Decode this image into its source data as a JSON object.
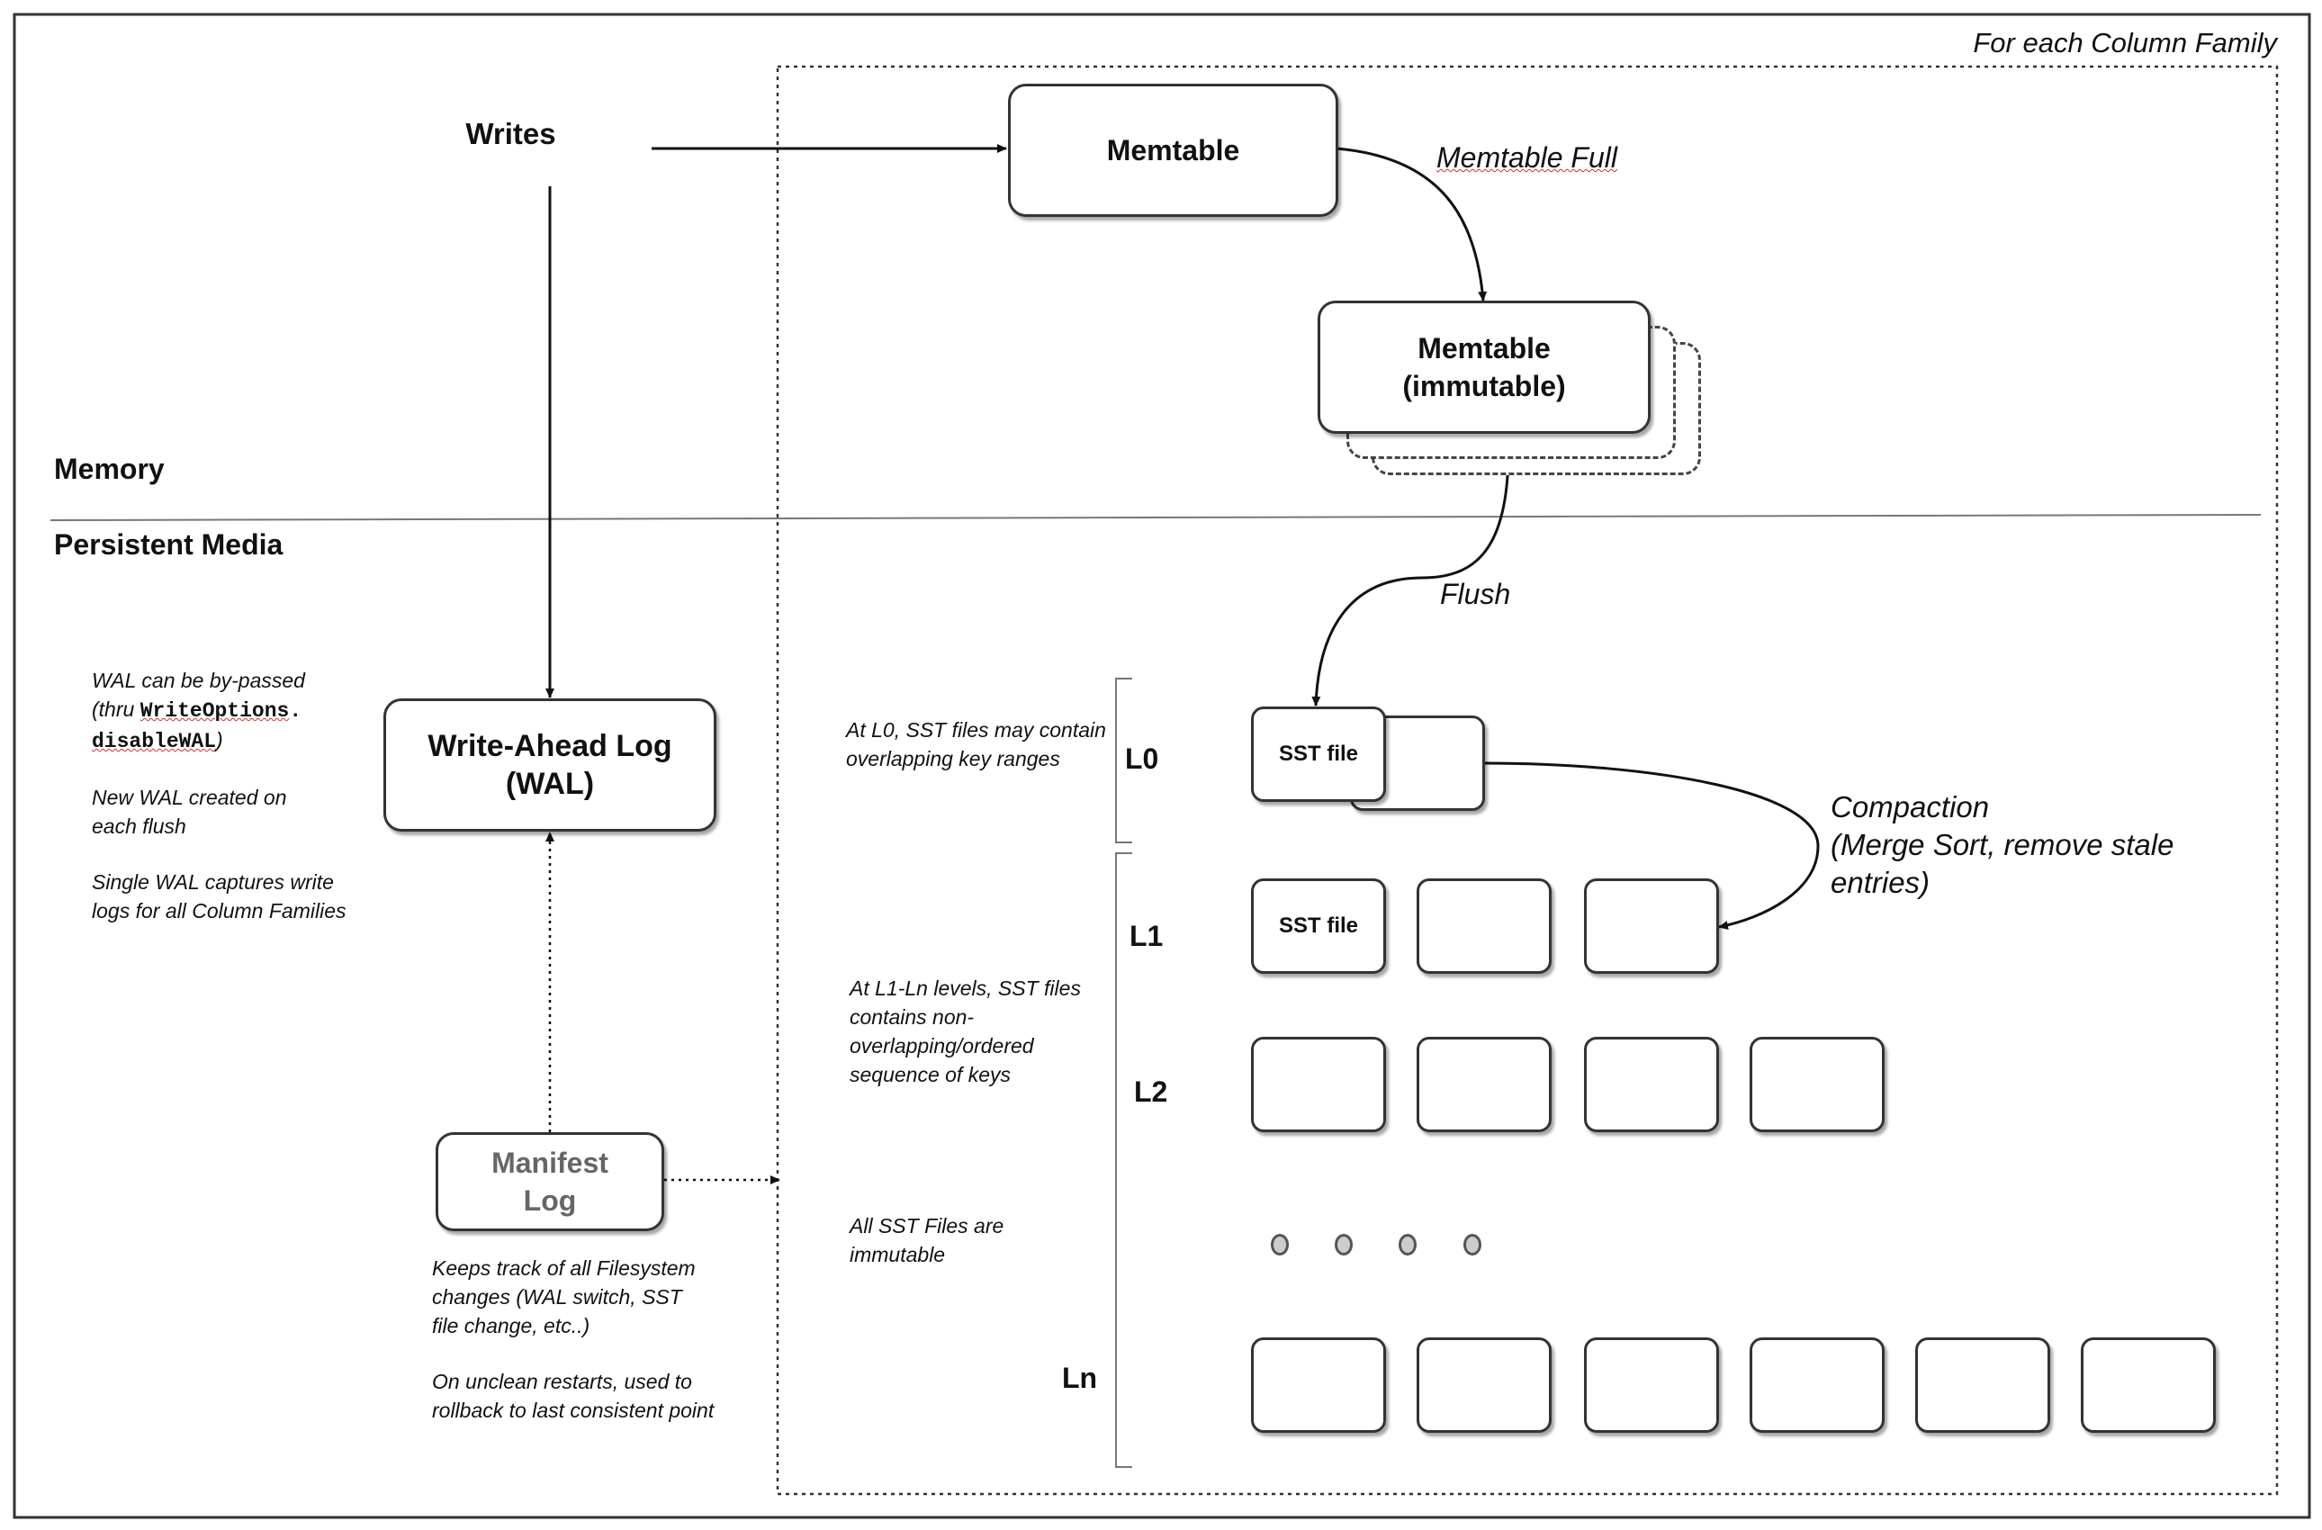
{
  "scope_label": "For each Column Family",
  "writes_label": "Writes",
  "memory_label": "Memory",
  "persistent_label": "Persistent Media",
  "memtable": "Memtable",
  "memtable_full": "Memtable Full",
  "immutable_memtable": {
    "line1": "Memtable",
    "line2": "(immutable)"
  },
  "flush_label": "Flush",
  "wal": {
    "line1": "Write-Ahead Log",
    "line2": "(WAL)"
  },
  "wal_notes": {
    "bypass_prefix": "WAL can be by-passed",
    "bypass_thru": "(thru",
    "bypass_code1": "WriteOptions",
    "bypass_dot": ".",
    "bypass_code2": "disableWAL",
    "bypass_close": ")",
    "new_wal": "New WAL created on each flush",
    "single_wal": "Single WAL captures write logs for all Column Families"
  },
  "manifest": {
    "line1": "Manifest",
    "line2": "Log"
  },
  "manifest_notes": {
    "track": "Keeps track of all Filesystem changes (WAL switch, SST file change, etc..)",
    "rollback": "On unclean restarts, used to rollback to last consistent point"
  },
  "level_notes": {
    "l0": "At L0, SST files may contain overlapping key ranges",
    "l1_ln": "At L1-Ln levels, SST files contains non-overlapping/ordered sequence of keys",
    "immutable": "All SST Files are immutable"
  },
  "levels": {
    "l0": "L0",
    "l1": "L1",
    "l2": "L2",
    "ln": "Ln"
  },
  "sst_file_label": "SST file",
  "compaction": {
    "line1": "Compaction",
    "line2": "(Merge Sort, remove stale",
    "line3": "entries)"
  }
}
